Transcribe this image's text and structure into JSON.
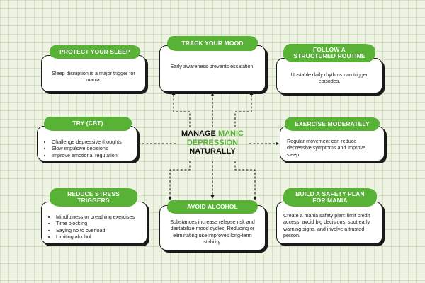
{
  "center": {
    "line1_dark": "MANAGE",
    "line1_green": "MANIC",
    "line2_green": "DEPRESSION",
    "line3_dark": "NATURALLY"
  },
  "cards": {
    "protect_sleep": {
      "title": "PROTECT YOUR SLEEP",
      "text": "Sleep disruption is a major trigger for mania."
    },
    "track_mood": {
      "title": "TRACK YOUR MOOD",
      "text": "Early awareness prevents escalation."
    },
    "routine": {
      "title_line1": "FOLLOW A",
      "title_line2": "STRUCTURED ROUTINE",
      "text": "Unstable daily rhythms can trigger episodes."
    },
    "cbt": {
      "title": "TRY (CBT)",
      "items": [
        "Challenge depressive thoughts",
        "Slow impulsive decisions",
        "Improve emotional regulation"
      ]
    },
    "exercise": {
      "title": "EXERCISE MODERATELY",
      "text": "Regular movement can reduce depressive symptoms and improve sleep."
    },
    "stress": {
      "title_line1": "REDUCE STRESS",
      "title_line2": "TRIGGERS",
      "items": [
        "Mindfulness or breathing exercises",
        "Time blocking",
        "Saying no to overload",
        "Limiting alcohol"
      ]
    },
    "alcohol": {
      "title": "AVOID ALCOHOL",
      "text": "Substances increase relapse risk and destabilize mood cycles. Reducing or eliminating use improves long-term stability."
    },
    "safety": {
      "title_line1": "BUILD A SAFETY PLAN",
      "title_line2": "FOR MANIA",
      "text": "Create a mania safety plan: limit credit access, avoid big decisions, spot early warning signs, and involve a trusted person."
    }
  },
  "colors": {
    "accent_green": "#57b236",
    "outline": "#1a1a1a",
    "background": "#eef3e4"
  }
}
